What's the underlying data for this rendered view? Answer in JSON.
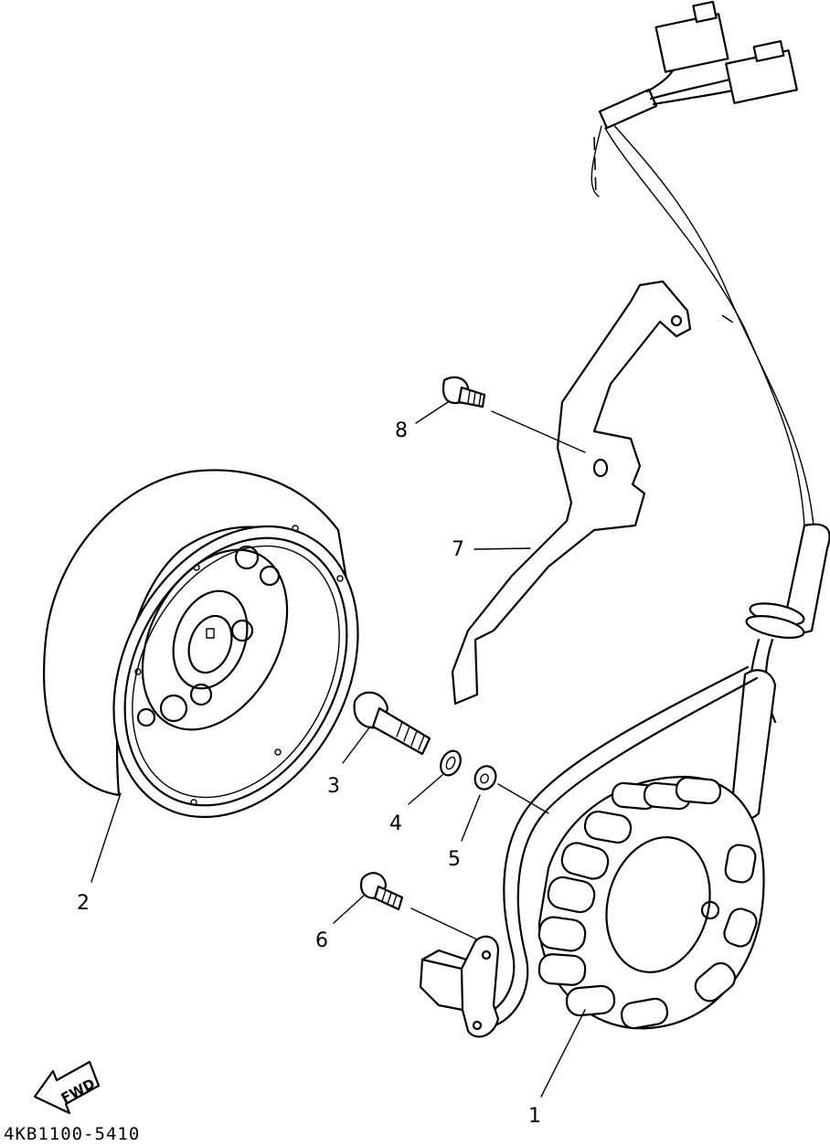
{
  "callouts": [
    {
      "id": "1",
      "label": "1"
    },
    {
      "id": "2",
      "label": "2"
    },
    {
      "id": "3",
      "label": "3"
    },
    {
      "id": "4",
      "label": "4"
    },
    {
      "id": "5",
      "label": "5"
    },
    {
      "id": "6",
      "label": "6"
    },
    {
      "id": "7",
      "label": "7"
    },
    {
      "id": "8",
      "label": "8"
    }
  ],
  "direction_indicator": "FWD",
  "diagram_code": "4KB1100-5410"
}
